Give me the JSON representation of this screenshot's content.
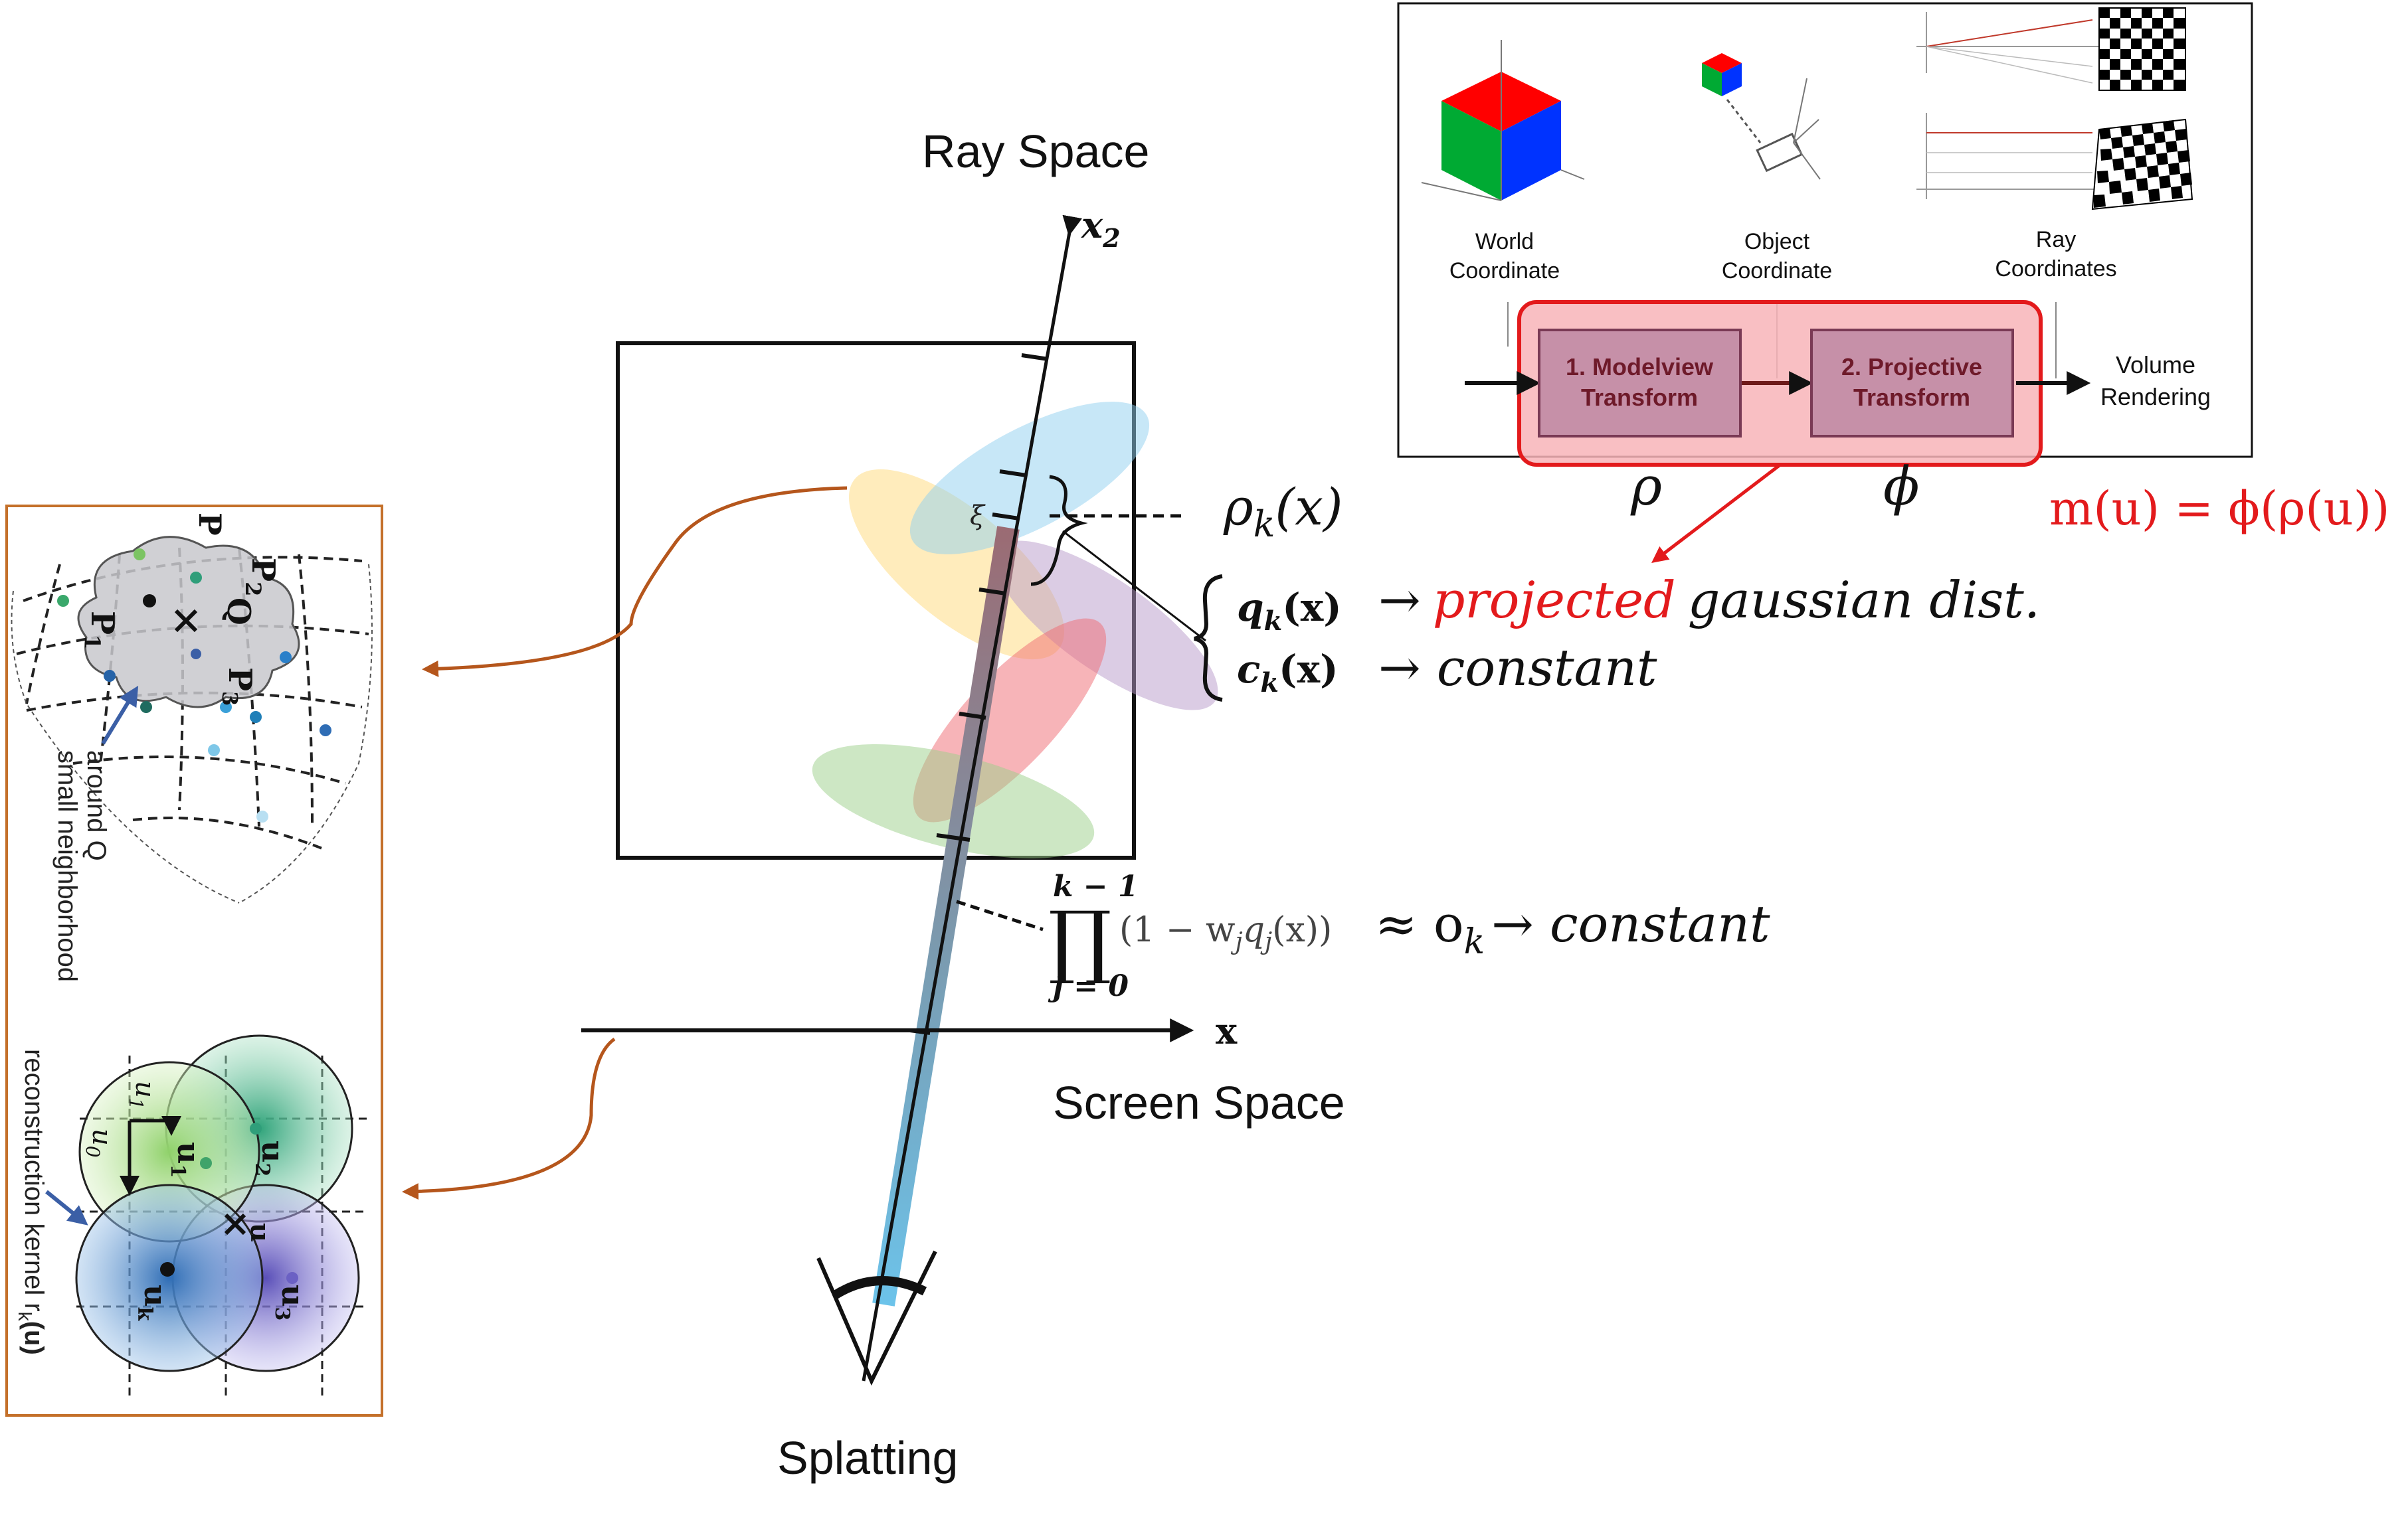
{
  "labels": {
    "ray_space": "Ray Space",
    "screen_space": "Screen Space",
    "splatting": "Splatting",
    "x2": "x",
    "x2_sub": "2",
    "x_axis": "x",
    "xi": "ξ"
  },
  "equations": {
    "rho_k": "ρ",
    "rho_k_sub": "k",
    "rho_k_arg": "(x)",
    "q_k": "q",
    "q_k_sub": "k",
    "q_k_arg": "(x)",
    "c_k": "c",
    "c_k_sub": "k",
    "c_k_arg": "(x)",
    "q_result_arrow": "→",
    "q_result_red": "projected",
    "q_result_rest": "gaussian dist.",
    "c_result": "→ constant",
    "prod_top": "k − 1",
    "prod_sym": "∏",
    "prod_bottom": "j = 0",
    "prod_body": "(1 − w",
    "prod_body_sub": "j",
    "prod_body_q": "q",
    "prod_body_q_sub": "j",
    "prod_body_end": "(x))",
    "prod_result_a": "≈ o",
    "prod_result_sub": "k",
    "prod_result_b": "→ constant"
  },
  "pipeline": {
    "world": [
      "World",
      "Coordinate"
    ],
    "object": [
      "Object",
      "Coordinate"
    ],
    "ray": [
      "Ray",
      "Coordinates"
    ],
    "box1": [
      "1. Modelview",
      "Transform"
    ],
    "box2": [
      "2. Projective",
      "Transform"
    ],
    "output": [
      "Volume",
      "Rendering"
    ],
    "rho": "ρ",
    "phi": "ϕ",
    "mapping": "m(u) = ϕ(ρ(u))"
  },
  "inset": {
    "neighborhood_label": [
      "small neighborhood",
      "around Q"
    ],
    "kernel_label": "reconstruction kernel r",
    "kernel_sub": "k",
    "kernel_arg": "(u)",
    "points": [
      "P",
      "P",
      "P",
      "Q"
    ],
    "point_subs": [
      "1",
      "2",
      "3",
      ""
    ],
    "u_labels": [
      "u",
      "u",
      "u",
      "u"
    ],
    "u_subs": [
      "1",
      "2",
      "3",
      "k"
    ],
    "u0": "u",
    "u0_sub": "0",
    "u1": "u",
    "u1_sub": "1"
  },
  "colors": {
    "accent_red": "#e31a1c",
    "box_fill": "#c690a8",
    "box_frame": "#7a3a55",
    "highlight_fill": "#f8b4b8",
    "brown_arrow": "#b5561c",
    "ray_blue": "#6cc3ea",
    "inset_border": "#c4702a",
    "cube_red": "#ff0000",
    "cube_green": "#00aa33",
    "cube_blue": "#0033ff"
  }
}
